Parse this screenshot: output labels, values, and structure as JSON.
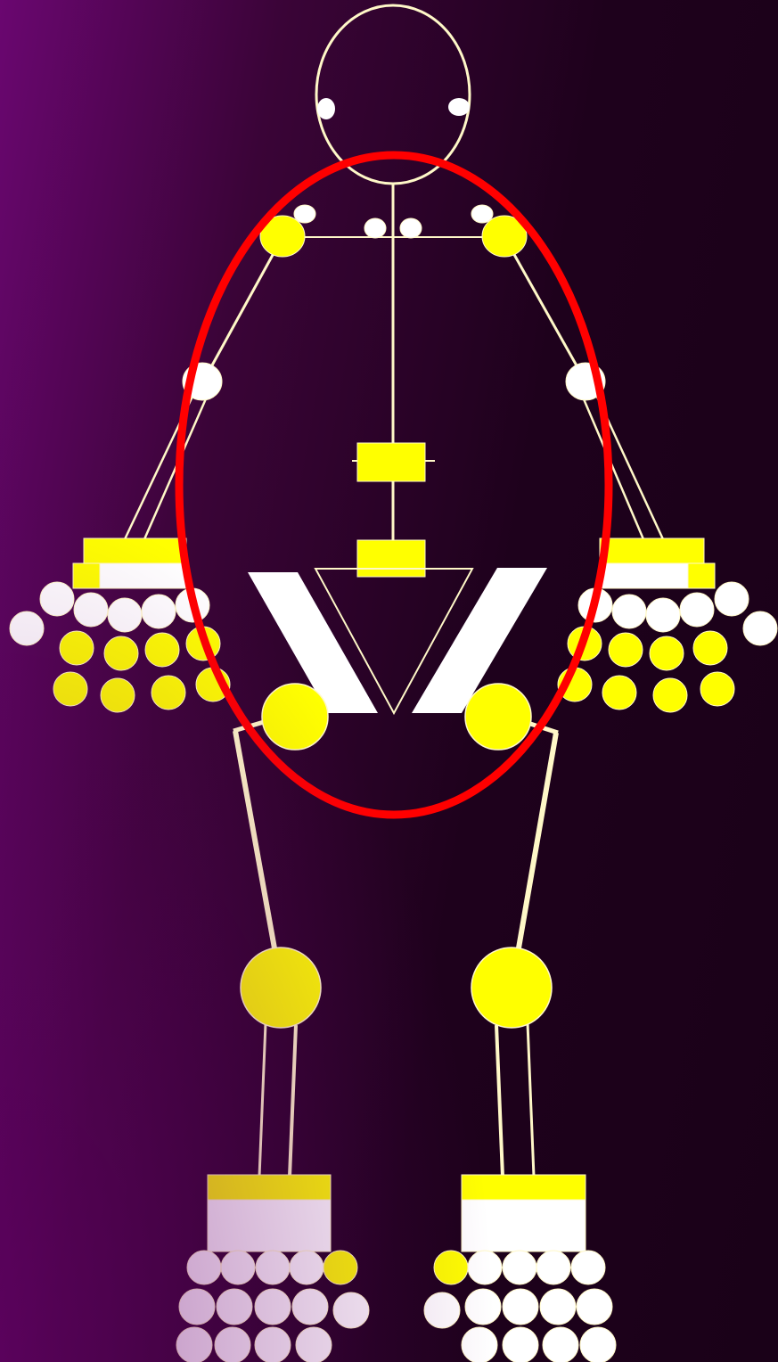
{
  "figure": {
    "subject": "skeleton-figure",
    "colors": {
      "background_light": "#6a0670",
      "background_dark": "#1a0118",
      "bone": "#fff8c8",
      "joint_yellow": "#ffff00",
      "joint_white": "#ffffff",
      "highlight_ring": "#ff0000"
    },
    "highlight": {
      "shape": "ellipse",
      "region": "torso",
      "color": "#ff0000"
    }
  }
}
